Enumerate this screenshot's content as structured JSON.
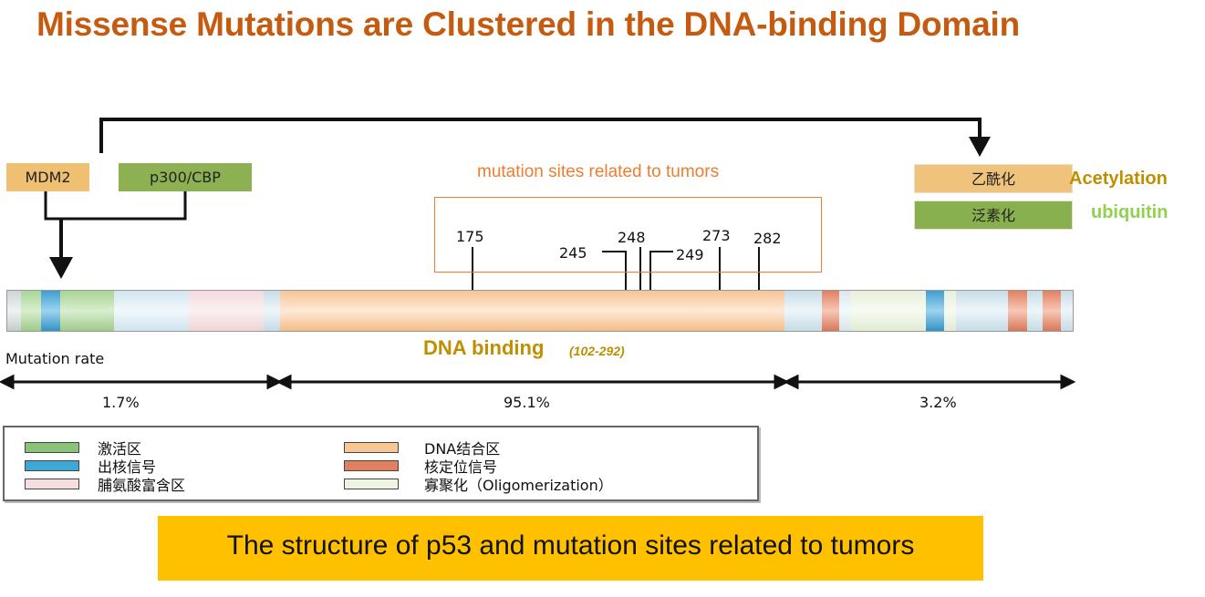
{
  "title": "Missense Mutations are Clustered in  the DNA-binding Domain",
  "regulators": {
    "mdm2": "MDM2",
    "p300": "p300/CBP"
  },
  "modifications": {
    "acetylation_cn": "乙酰化",
    "acetylation_en": "Acetylation",
    "ubiquitin_cn": "泛素化",
    "ubiquitin_en": "ubiquitin"
  },
  "mutation_sites": {
    "title": "mutation sites related to tumors",
    "sites": [
      "175",
      "245",
      "248",
      "249",
      "273",
      "282"
    ]
  },
  "domain": {
    "dna_binding_label": "DNA binding",
    "dna_binding_range": "(102-292)"
  },
  "mutation_rate": {
    "label": "Mutation rate",
    "values": [
      "1.7%",
      "95.1%",
      "3.2%"
    ]
  },
  "legend": {
    "items": [
      {
        "label": "激活区",
        "color": "#8cc37a"
      },
      {
        "label": "出核信号",
        "color": "#3fa7d6"
      },
      {
        "label": "脯氨酸富含区",
        "color": "#f6dde0"
      },
      {
        "label": "DNA结合区",
        "color": "#f8c796"
      },
      {
        "label": "核定位信号",
        "color": "#e08060"
      },
      {
        "label": "寡聚化（Oligomerization）",
        "color": "#eef4e2"
      }
    ]
  },
  "caption": "The structure of p53 and mutation sites related to tumors",
  "colors": {
    "title": "#c55a11",
    "caption_bg": "#ffc000",
    "mutation_box": "#ed7d31",
    "dna_label": "#bf8f00",
    "ubiquitin_label": "#92d050"
  }
}
